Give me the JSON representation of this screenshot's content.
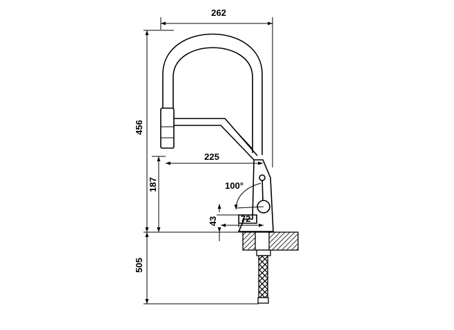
{
  "dimensions": {
    "overall_width": "262",
    "overall_height": "456",
    "spout_reach": "225",
    "handle_height": "187",
    "lever_angle": "100°",
    "base_to_lever": "43",
    "lever_length": "72",
    "hose_length": "505"
  }
}
